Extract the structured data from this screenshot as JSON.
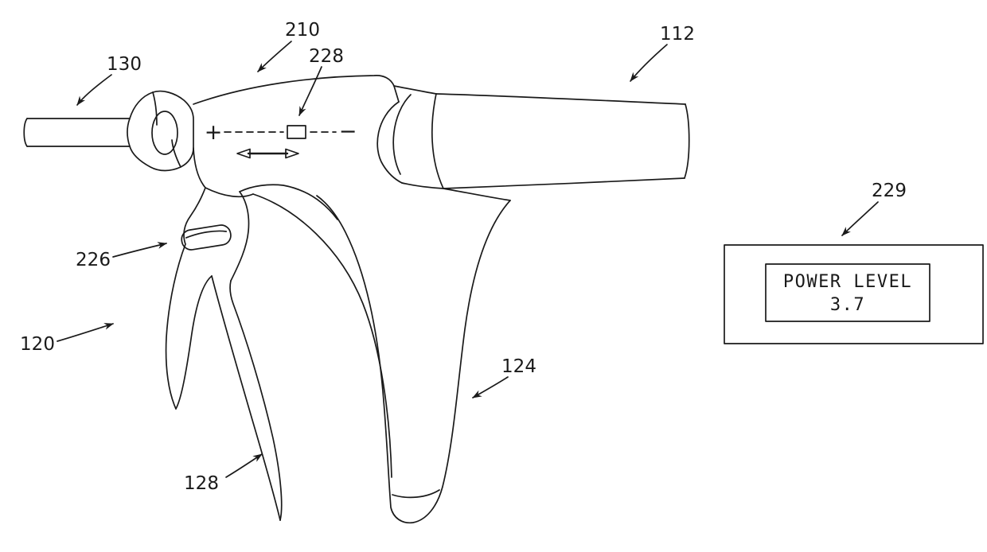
{
  "figure": {
    "kind": "patent-line-drawing",
    "subject": "surgical instrument with pistol grip, power slider and power level display",
    "ink_color": "#1a1a1a",
    "background_color": "#ffffff"
  },
  "labels": {
    "l130": "130",
    "l210": "210",
    "l228": "228",
    "l112": "112",
    "l229": "229",
    "l226": "226",
    "l120": "120",
    "l124": "124",
    "l128": "128"
  },
  "slider_control": {
    "plus": "+",
    "minus": "−"
  },
  "power_display": {
    "line1": "POWER LEVEL",
    "line2": "3.7"
  }
}
